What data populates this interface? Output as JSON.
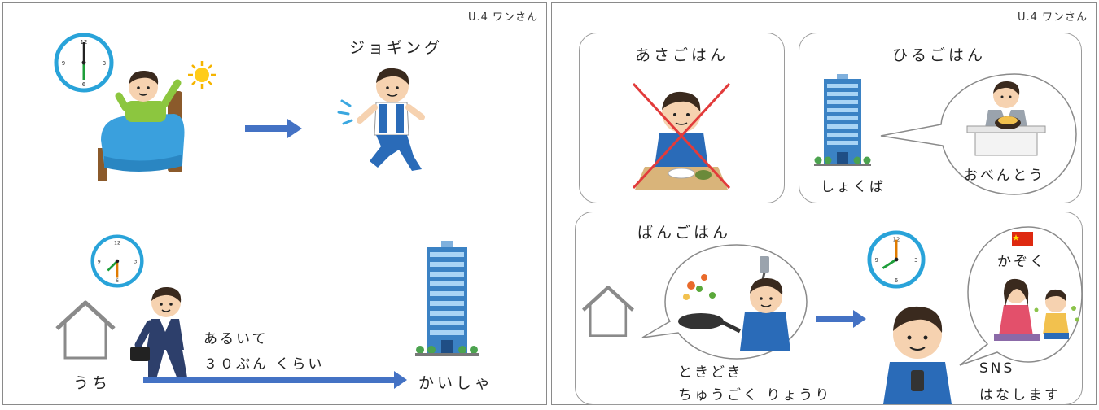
{
  "left_panel": {
    "unit_label": "U.4 ワンさん",
    "jogging_label": "ジョギング",
    "home_label": "うち",
    "walk_line1": "あるいて",
    "walk_line2": "３０ぷん くらい",
    "company_label": "かいしゃ"
  },
  "right_panel": {
    "unit_label": "U.4 ワンさん",
    "breakfast_label": "あさごはん",
    "lunch_label": "ひるごはん",
    "workplace_label": "しょくば",
    "bento_label": "おべんとう",
    "dinner_label": "ばんごはん",
    "sometimes_label": "ときどき",
    "chinese_food_label": "ちゅうごく りょうり",
    "family_label": "かぞく",
    "sns_label": "SNS",
    "talk_label": "はなします"
  },
  "colors": {
    "arrow_blue": "#4472c4",
    "clock_rim": "#29a3d9",
    "building_blue": "#3b82c4",
    "cross_red": "#e23b3b",
    "skin": "#f6d2b0",
    "hair": "#3a2a1e"
  }
}
